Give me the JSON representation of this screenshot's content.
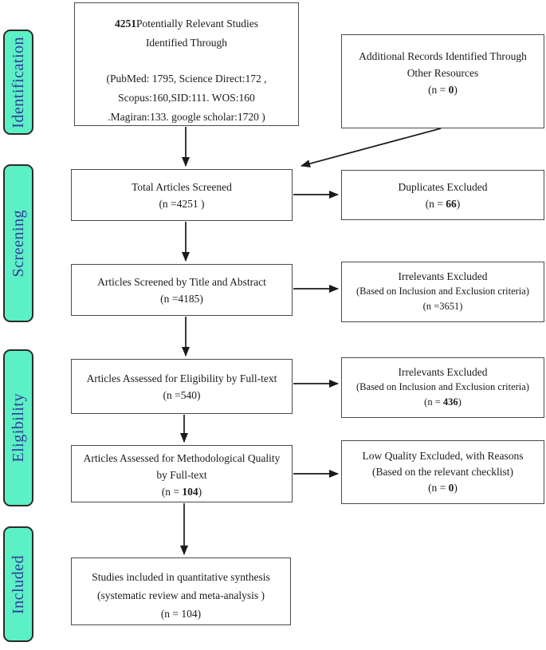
{
  "diagram_title": "PRISMA study selection flow diagram",
  "colors": {
    "stage_fill": "#5cf0c5",
    "stage_text": "#333a99",
    "box_border": "#4a4a4a",
    "arrow": "#1a1a1a"
  },
  "sidebar": {
    "stages": [
      "Identification",
      "Screening",
      "Eligibility",
      "Included"
    ]
  },
  "boxes": {
    "identified": {
      "count_bold": "4251",
      "line1_rest": "Potentially Relevant Studies",
      "line2": "Identified Through",
      "line3": "(PubMed: 1795, Science Direct:172 ,",
      "line4": "Scopus:160,SID:111. WOS:160",
      "line5": ".Magiran:133. google scholar:1720  )"
    },
    "additional": {
      "line1": "Additional Records Identified Through",
      "line2": "Other Resources",
      "n_prefix": "(n = ",
      "n_value": "0",
      "n_suffix": ")"
    },
    "screened": {
      "line1": "Total Articles Screened",
      "n_line": "(n =4251 )"
    },
    "duplicates": {
      "line1": "Duplicates Excluded",
      "n_prefix": "(n = ",
      "n_value": "66",
      "n_suffix": ")"
    },
    "title_abstract": {
      "line1": "Articles Screened by Title and Abstract",
      "n_line": "(n =4185)"
    },
    "irrelevants1": {
      "line1": "Irrelevants Excluded",
      "line2": "(Based on Inclusion and Exclusion criteria)",
      "n_line": "(n =3651)"
    },
    "eligible": {
      "line1": "Articles Assessed for Eligibility by Full-text",
      "n_line": "(n =540)"
    },
    "irrelevants2": {
      "line1": "Irrelevants Excluded",
      "line2": "(Based on Inclusion and Exclusion criteria)",
      "n_prefix": "(n = ",
      "n_value": "436",
      "n_suffix": ")"
    },
    "quality": {
      "line1": "Articles Assessed for Methodological Quality",
      "line2": "by Full-text",
      "n_prefix": "(n = ",
      "n_value": "104",
      "n_suffix": ")"
    },
    "low_quality": {
      "line1": "Low Quality Excluded, with Reasons",
      "line2": "(Based on the relevant checklist)",
      "n_prefix": "(n = ",
      "n_value": "0",
      "n_suffix": ")"
    },
    "included": {
      "line1": "Studies included in quantitative synthesis",
      "line2": "(systematic review and meta-analysis )",
      "n_line": "(n =  104)"
    }
  }
}
